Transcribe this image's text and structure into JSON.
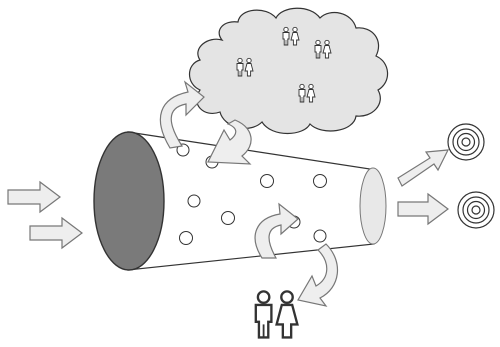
{
  "diagram": {
    "kind": "funnel-flow-illustration",
    "colors": {
      "stroke": "#333333",
      "arrow_fill": "#eeeeee",
      "arrow_stroke": "#777777",
      "funnel_mouth": "#7a7a7a",
      "funnel_exit": "#e8e8e8",
      "cloud_fill": "#e4e4e4",
      "person_fill": "#ffffff"
    },
    "elements": {
      "input_arrows": 2,
      "output_arrows": 2,
      "output_targets": 2,
      "particles_in_funnel": 8,
      "cloud_couples": 4,
      "ground_couples": 1,
      "curved_arrows": 4
    },
    "icons": [
      "arrow-right-icon",
      "funnel-icon",
      "cloud-icon",
      "person-icon",
      "target-icon",
      "curved-arrow-icon"
    ]
  }
}
